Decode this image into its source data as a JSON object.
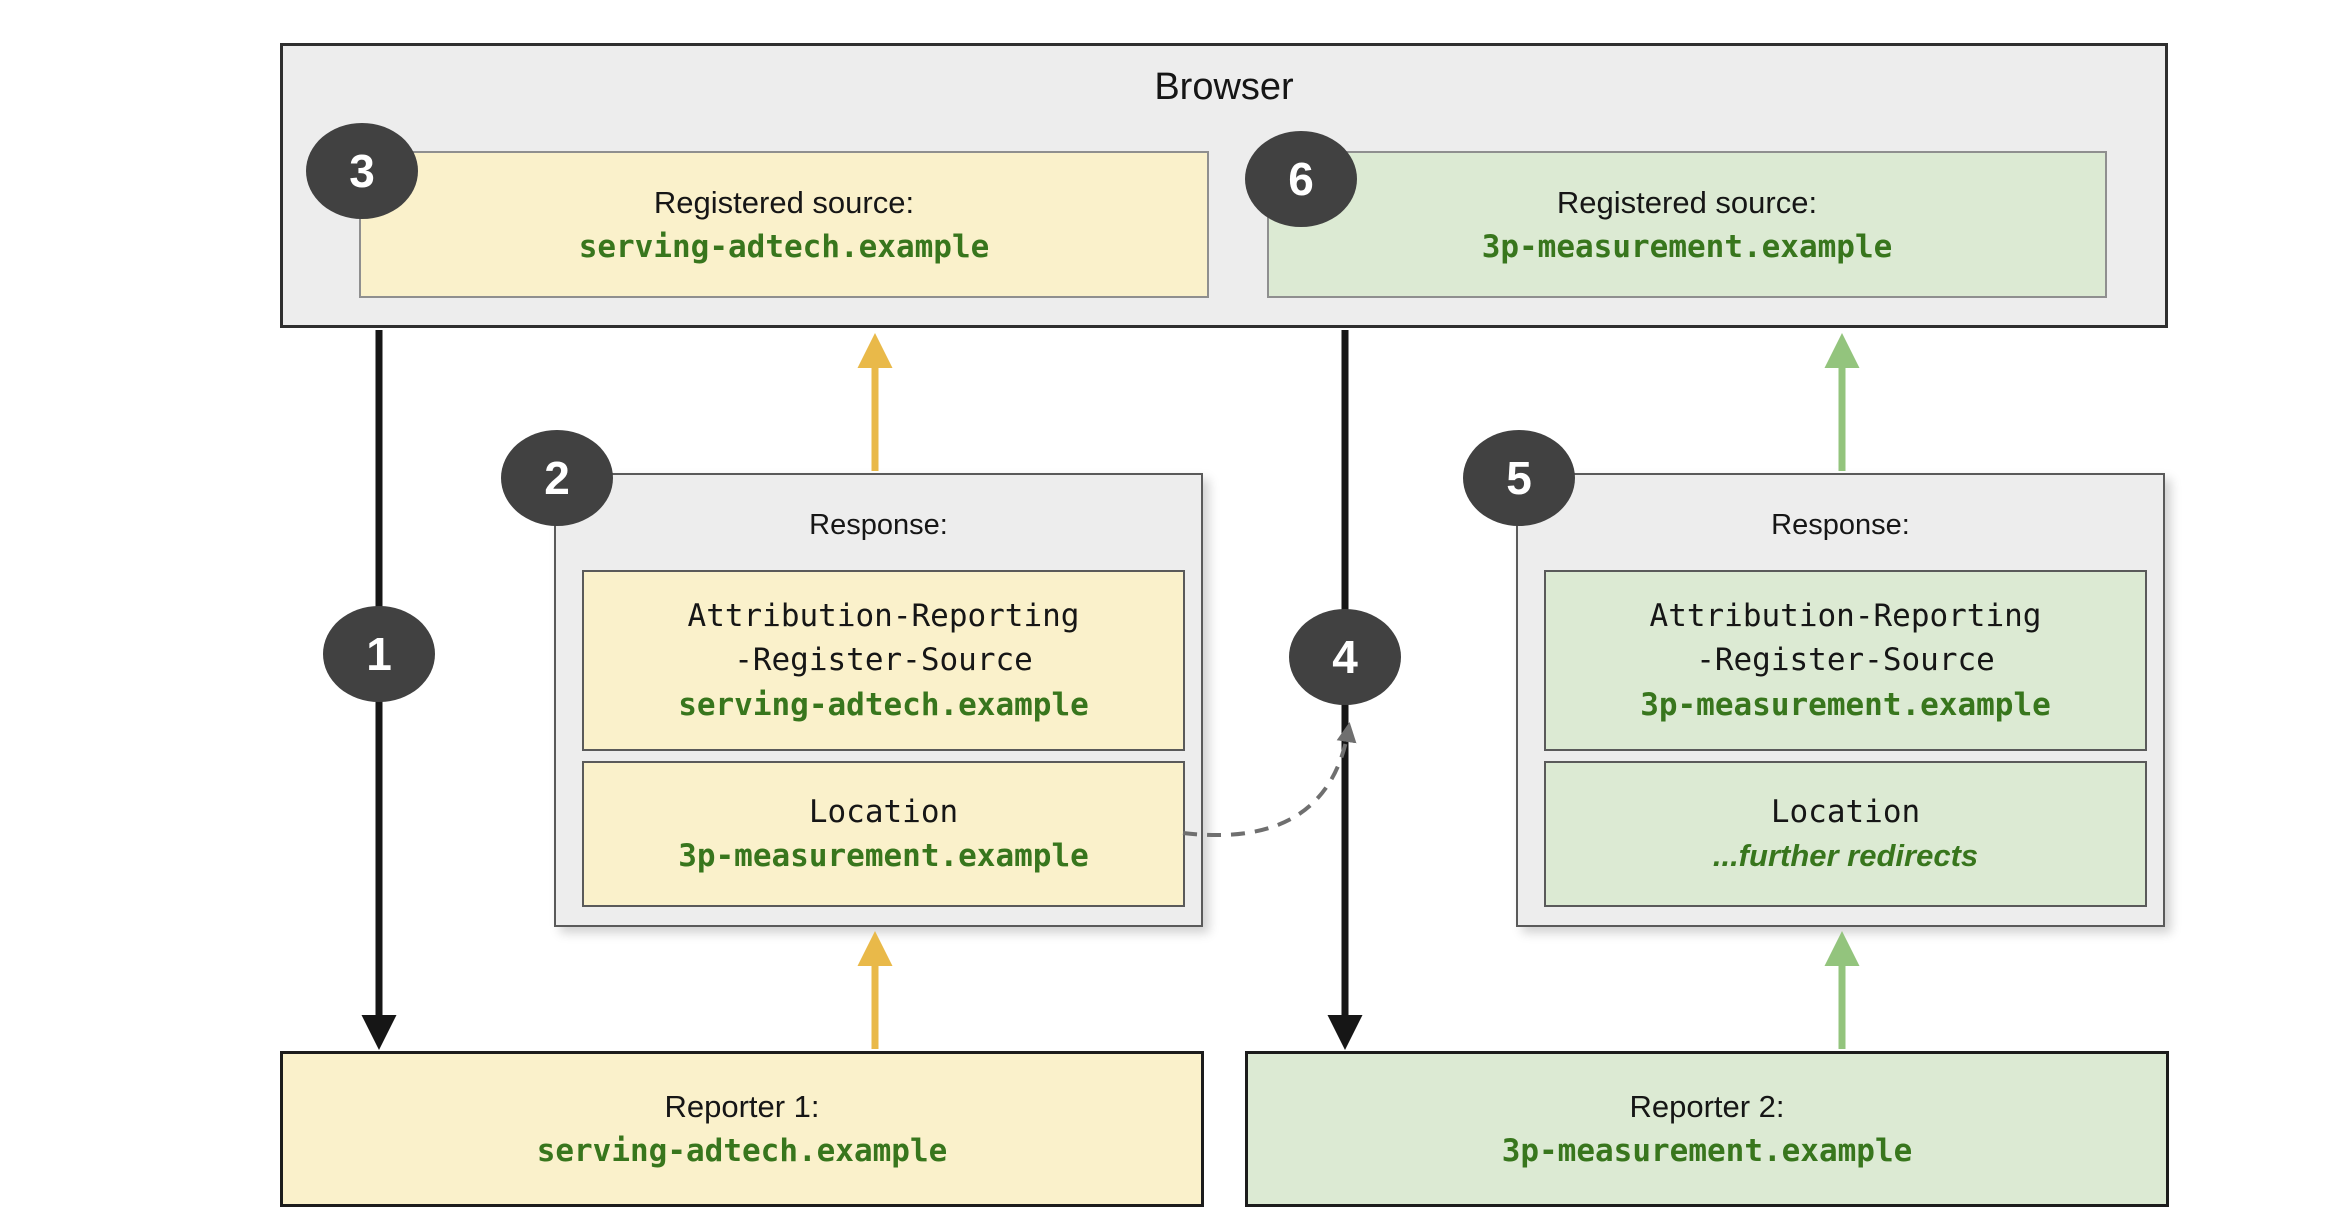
{
  "colors": {
    "yellow_fill": "#FAF1CB",
    "green_fill": "#DCEAD3",
    "green_text": "#38761D",
    "yellow_arrow": "#E9B949",
    "green_arrow": "#93C47D",
    "black_arrow": "#161616",
    "gray_arrow": "#6f6f6f",
    "gray_fill": "#EDEDED",
    "circle_fill": "#414141"
  },
  "browser": {
    "title": "Browser",
    "left_source": {
      "step": "3",
      "label": "Registered source:",
      "domain": "serving-adtech.example"
    },
    "right_source": {
      "step": "6",
      "label": "Registered source:",
      "domain": "3p-measurement.example"
    }
  },
  "response_left": {
    "step": "2",
    "title": "Response:",
    "header_line1": "Attribution-Reporting",
    "header_line2": "-Register-Source",
    "header_domain": "serving-adtech.example",
    "location_label": "Location",
    "location_domain": "3p-measurement.example"
  },
  "response_right": {
    "step": "5",
    "title": "Response:",
    "header_line1": "Attribution-Reporting",
    "header_line2": "-Register-Source",
    "header_domain": "3p-measurement.example",
    "location_label": "Location",
    "location_note": "...further redirects"
  },
  "reporters": {
    "left": {
      "label": "Reporter 1:",
      "domain": "serving-adtech.example"
    },
    "right": {
      "label": "Reporter 2:",
      "domain": "3p-measurement.example"
    }
  },
  "steps": {
    "one": "1",
    "four": "4"
  }
}
